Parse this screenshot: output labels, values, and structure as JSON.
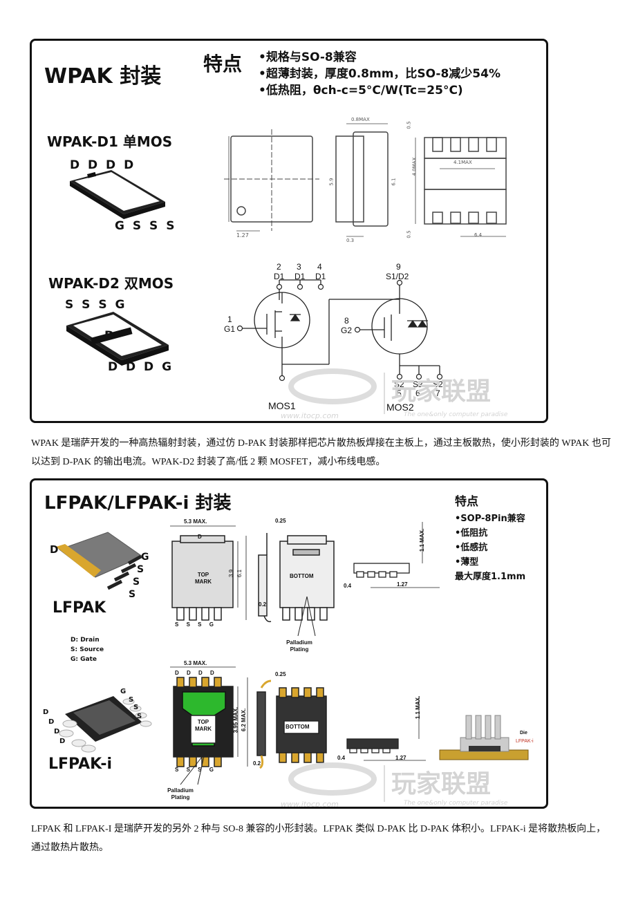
{
  "wpak": {
    "title": "WPAK 封装",
    "features_heading": "特点",
    "features": [
      "•规格与SO-8兼容",
      "•超薄封装，厚度0.8mm，比SO-8减少54%",
      "•低热阻，θch-c=5°C/W(Tc=25°C)"
    ],
    "d1": {
      "title": "WPAK-D1 单MOS",
      "top_pins": "D D D D",
      "bottom_pins": "G S S S"
    },
    "d2": {
      "title": "WPAK-D2 双MOS",
      "top_pins": "S S S G",
      "center_pin": "D",
      "bottom_pins": "D D D G"
    },
    "dims": {
      "top_w": "1.27",
      "side_t": "0.8MAX",
      "side_w": "0.3",
      "front": "4.1MAX",
      "right_h": "4.0MAX",
      "bot_w": "6.4",
      "top_small": "0.5",
      "bot_small": "0.5",
      "h1": "5.9",
      "h2": "6.1"
    },
    "schematic": {
      "pin_nums_top": [
        "2",
        "3",
        "4"
      ],
      "pin_names_top": [
        "D1",
        "D1",
        "D1"
      ],
      "g1_num": "1",
      "g1_name": "G1",
      "s1d2_num": "9",
      "s1d2_name": "S1/D2",
      "g2_num": "8",
      "g2_name": "G2",
      "s2_names": [
        "S2",
        "S2",
        "S2"
      ],
      "s2_nums": [
        "5",
        "6",
        "7"
      ],
      "mos1": "MOS1",
      "mos2": "MOS2"
    },
    "watermark": {
      "brand": "玩家联盟",
      "url": "www.itocp.com",
      "slogan": "The one&only computer paradise"
    }
  },
  "paragraph1": "WPAK 是瑞萨开发的一种高热辐射封装，通过仿 D-PAK 封装那样把芯片散热板焊接在主板上，通过主板散热，使小形封装的 WPAK 也可以达到 D-PAK 的输出电流。WPAK-D2 封装了高/低 2 颗 MOSFET，减小布线电感。",
  "lfpak": {
    "title": "LFPAK/LFPAK-i 封装",
    "features_heading": "特点",
    "features": [
      "•SOP-8Pin兼容",
      "•低阻抗",
      "•低感抗",
      "•薄型",
      "最大厚度1.1mm"
    ],
    "lfpak_label": "LFPAK",
    "lfpak_i_label": "LFPAK-i",
    "legend": [
      "D: Drain",
      "S: Source",
      "G: Gate"
    ],
    "pkg1_pins_left": "D",
    "pkg1_pins_right": [
      "G",
      "S",
      "S",
      "S"
    ],
    "pkg2_pins_left": [
      "D",
      "D",
      "D",
      "D"
    ],
    "pkg2_pins_right": [
      "G",
      "S",
      "S",
      "S"
    ],
    "top_mark": "TOP\nMARK",
    "bottom_label": "BOTTOM",
    "palladium": "Palladium\nPlating",
    "dims": {
      "width": "5.3 MAX.",
      "d_label": "D",
      "h1": "3.9",
      "h2": "6.1",
      "t1": "0.25",
      "t2": "0.2",
      "max_h": "1.1 MAX.",
      "lead": "0.4",
      "pitch": "1.27",
      "h3": "3.95 MAX.",
      "h4": "6.2 MAX."
    },
    "bottom_pins": [
      "S",
      "S",
      "S",
      "G"
    ],
    "top_pins_i": [
      "D",
      "D",
      "D",
      "D"
    ],
    "die_label": "Die",
    "lfpak_i_small": "LFPAK-i"
  },
  "paragraph2": "LFPAK 和 LFPAK-I 是瑞萨开发的另外 2 种与 SO-8 兼容的小形封装。LFPAK 类似 D-PAK 比 D-PAK 体积小。LFPAK-i 是将散热板向上，通过散热片散热。",
  "colors": {
    "ink": "#111111",
    "green": "#2db82d",
    "chip_gray": "#7a7a7a",
    "gold": "#d9a62e",
    "watermark": "#d4d4d4"
  }
}
